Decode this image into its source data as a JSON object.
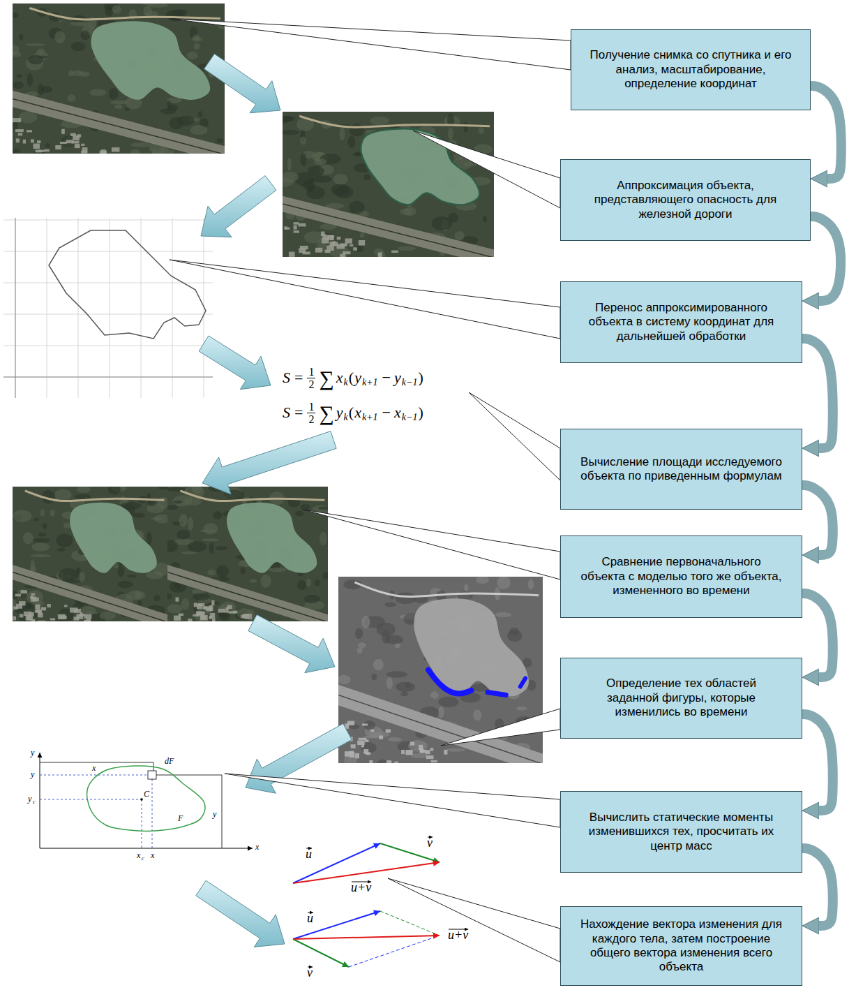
{
  "diagram": {
    "nodes": [
      {
        "text": [
          "Получение снимка со спутника и его анализ, масштабирование, определение координат"
        ]
      },
      {
        "text": [
          "Аппроксимация объекта, представляющего опасность для железной дороги"
        ]
      },
      {
        "text": [
          "Перенос аппроксимированного объекта в систему координат для дальнейшей обработки"
        ]
      },
      {
        "text": [
          "Вычисление площади исследуемого объекта по приведенным формулам"
        ]
      },
      {
        "text": [
          "Сравнение первоначального объекта с моделью того же объекта, измененного во времени"
        ]
      },
      {
        "text": [
          "Определение тех областей заданной фигуры, которые изменились во времени"
        ]
      },
      {
        "text": [
          "Вычислить статические моменты изменившихся тех, просчитать их центр масс"
        ]
      },
      {
        "text": [
          "Нахождение вектора изменения для каждого тела, затем построение общего вектора изменения всего объекта"
        ]
      }
    ],
    "edges": [
      {
        "from": 0,
        "to": 1,
        "arrow": "to"
      },
      {
        "from": 1,
        "to": 2,
        "arrow": "to"
      },
      {
        "from": 2,
        "to": 3,
        "arrow": "to"
      },
      {
        "from": 3,
        "to": 4,
        "arrow": "to"
      },
      {
        "from": 4,
        "to": 5,
        "arrow": "to"
      },
      {
        "from": 5,
        "to": 6,
        "arrow": "to"
      },
      {
        "from": 6,
        "to": 7,
        "arrow": "to"
      }
    ],
    "labels": [
      "S",
      "=",
      "1",
      "2",
      "∑",
      "x",
      "k",
      "(",
      "y",
      "k+1",
      "−",
      "y",
      "k−1",
      ")",
      "S",
      "=",
      "1",
      "2",
      "∑",
      "y",
      "k",
      "(",
      "x",
      "k+1",
      "−",
      "x",
      "k−1",
      ")",
      "y",
      "x",
      "x",
      "dF",
      "y",
      "y",
      "c",
      "C",
      "F",
      "y",
      "x",
      "c",
      "x",
      "u",
      "v",
      "u+v",
      "u",
      "u+v",
      "v"
    ]
  }
}
